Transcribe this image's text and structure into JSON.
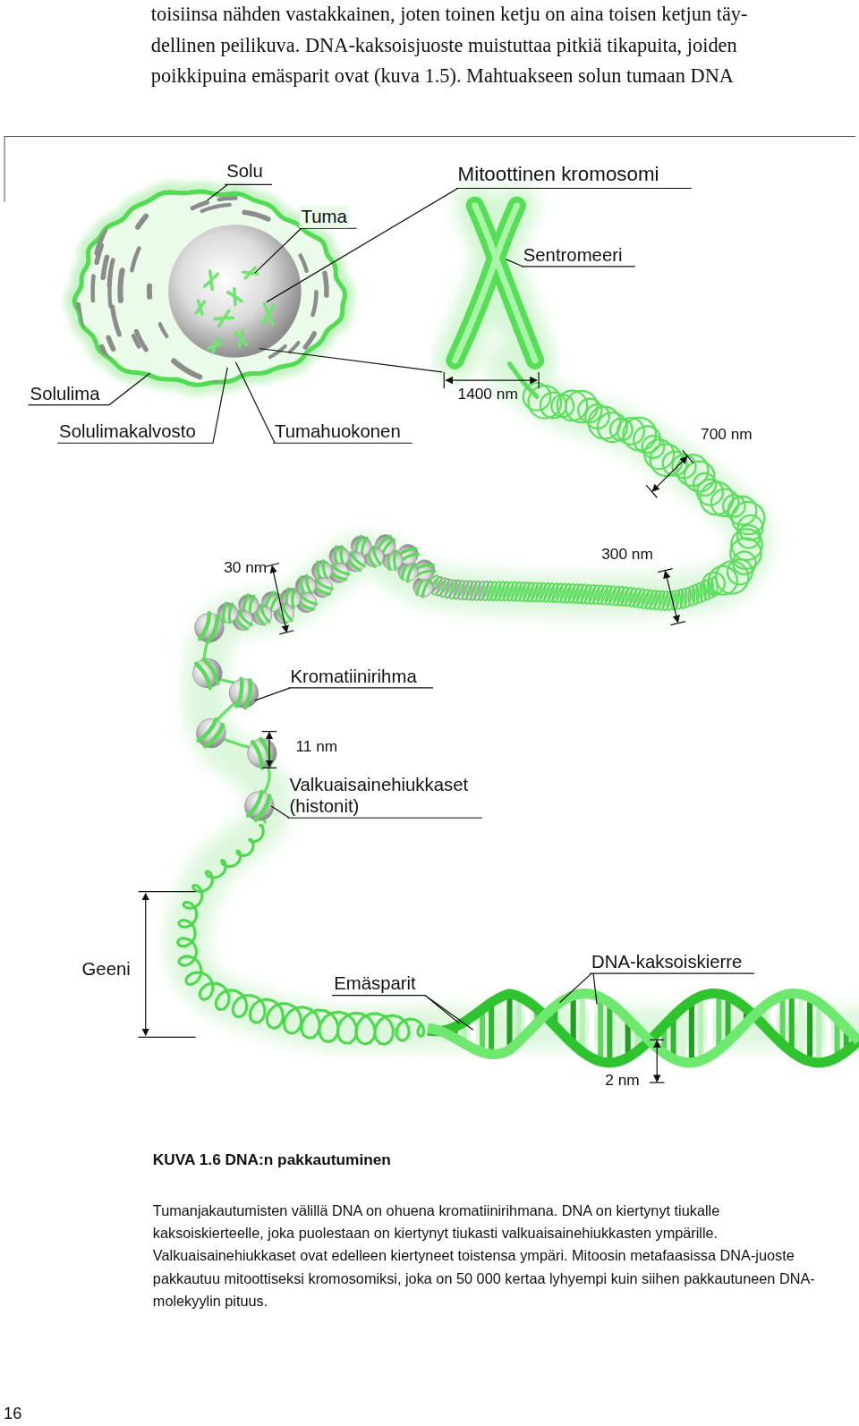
{
  "diagram": {
    "title": "KUVA 1.6 DNA:n pakkautuminen",
    "caption": "Tumanjakautumisten välillä DNA on ohuena kromatiinirihmana. DNA on kiertynyt tiukalle kaksoiskierteelle, joka puolestaan on kiertynyt tiukasti valkuaisainehiukkasten ympärille. Valkuaisainehiukkaset ovat edelleen kiertyneet toistensa ympäri. Mitoosin metafaasissa DNA-juoste pakkautuu mitoottiseksi kromosomiksi, joka on 50 000 kertaa lyhyempi kuin siihen pakkautuneen DNA-molekyylin pituus.",
    "labels": [
      "toisiinsa nähden vastakkainen, joten toinen ketju on aina toisen ketjun täy-",
      "dellinen peilikuva. DNA-kaksoisjuoste muistuttaa pitkiä tikapuita, joiden",
      "poikkipuina emäsparit ovat (kuva 1.5). Mahtuakseen solun tumaan DNA",
      "Solu",
      "Tuma",
      "Mitoottinen kromosomi",
      "Sentromeeri",
      "Solulima",
      "Solulimakalvosto",
      "Tumahuokonen",
      "1400 nm",
      "700 nm",
      "300 nm",
      "30 nm",
      "Kromatiinirihma",
      "11 nm",
      "Valkuaisainehiukkaset (histonit)",
      "Geeni",
      "Emäsparit",
      "DNA-kaksoiskierre",
      "2 nm",
      "16"
    ]
  }
}
